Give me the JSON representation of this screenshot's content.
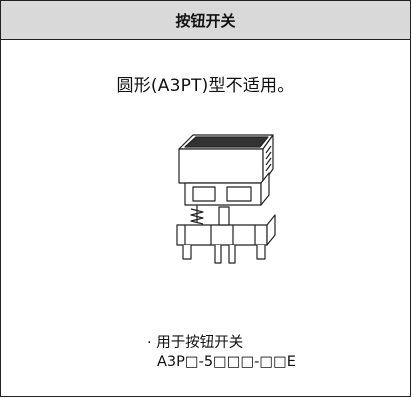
{
  "header": {
    "title": "按钮开关"
  },
  "note": {
    "text": "圆形(A3PT)型不适用。"
  },
  "usage": {
    "line1": "· 用于按钮开关",
    "line2": "A3P□-5□□□-□□E"
  },
  "figure": {
    "icon": "push-button-switch-drawing-icon"
  }
}
